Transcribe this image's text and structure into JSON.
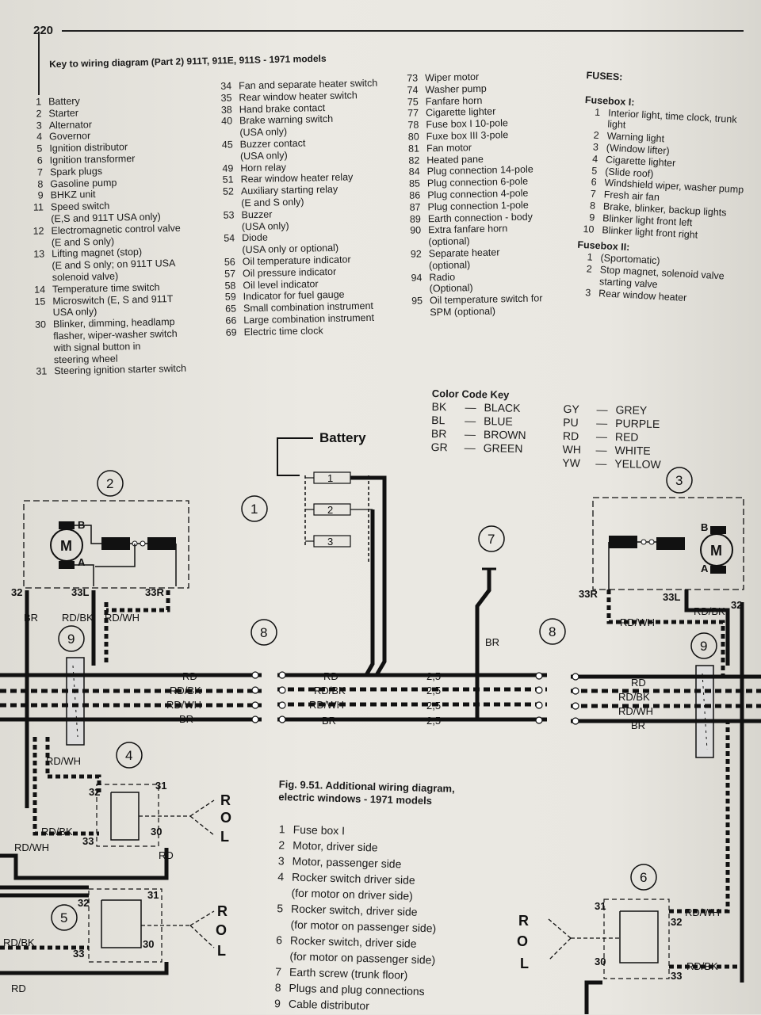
{
  "page_number": "220",
  "key_title": "Key to wiring diagram (Part 2) 911T, 911E, 911S - 1971 models",
  "key_col1": [
    {
      "n": "1",
      "t": [
        "Battery"
      ]
    },
    {
      "n": "2",
      "t": [
        "Starter"
      ]
    },
    {
      "n": "3",
      "t": [
        "Alternator"
      ]
    },
    {
      "n": "4",
      "t": [
        "Governor"
      ]
    },
    {
      "n": "5",
      "t": [
        "Ignition distributor"
      ]
    },
    {
      "n": "6",
      "t": [
        "Ignition transformer"
      ]
    },
    {
      "n": "7",
      "t": [
        "Spark plugs"
      ]
    },
    {
      "n": "8",
      "t": [
        "Gasoline pump"
      ]
    },
    {
      "n": "9",
      "t": [
        "BHKZ unit"
      ]
    },
    {
      "n": "11",
      "t": [
        "Speed switch",
        "(E,S and 911T USA only)"
      ]
    },
    {
      "n": "12",
      "t": [
        "Electromagnetic control valve",
        "(E and S only)"
      ]
    },
    {
      "n": "13",
      "t": [
        "Lifting magnet (stop)",
        "(E and S only; on 911T USA",
        "solenoid valve)"
      ]
    },
    {
      "n": "14",
      "t": [
        "Temperature time switch"
      ]
    },
    {
      "n": "15",
      "t": [
        "Microswitch (E, S and 911T",
        "USA only)"
      ]
    },
    {
      "n": "30",
      "t": [
        "Blinker, dimming, headlamp",
        "flasher, wiper-washer switch",
        "with signal button in",
        "steering wheel"
      ]
    },
    {
      "n": "31",
      "t": [
        "Steering ignition starter switch"
      ]
    }
  ],
  "key_col2": [
    {
      "n": "34",
      "t": [
        "Fan and separate heater switch"
      ]
    },
    {
      "n": "35",
      "t": [
        "Rear window heater switch"
      ]
    },
    {
      "n": "38",
      "t": [
        "Hand brake contact"
      ]
    },
    {
      "n": "40",
      "t": [
        "Brake warning switch",
        "(USA only)"
      ]
    },
    {
      "n": "45",
      "t": [
        "Buzzer contact",
        "(USA only)"
      ]
    },
    {
      "n": "49",
      "t": [
        "Horn relay"
      ]
    },
    {
      "n": "51",
      "t": [
        "Rear window heater relay"
      ]
    },
    {
      "n": "52",
      "t": [
        "Auxiliary starting relay",
        "(E and S only)"
      ]
    },
    {
      "n": "53",
      "t": [
        "Buzzer",
        "(USA only)"
      ]
    },
    {
      "n": "54",
      "t": [
        "Diode",
        "(USA only or optional)"
      ]
    },
    {
      "n": "56",
      "t": [
        "Oil temperature indicator"
      ]
    },
    {
      "n": "57",
      "t": [
        "Oil pressure indicator"
      ]
    },
    {
      "n": "58",
      "t": [
        "Oil level indicator"
      ]
    },
    {
      "n": "59",
      "t": [
        "Indicator for fuel gauge"
      ]
    },
    {
      "n": "65",
      "t": [
        "Small combination instrument"
      ]
    },
    {
      "n": "66",
      "t": [
        "Large combination instrument"
      ]
    },
    {
      "n": "69",
      "t": [
        "Electric time clock"
      ]
    }
  ],
  "key_col3": [
    {
      "n": "73",
      "t": [
        "Wiper motor"
      ]
    },
    {
      "n": "74",
      "t": [
        "Washer pump"
      ]
    },
    {
      "n": "75",
      "t": [
        "Fanfare horn"
      ]
    },
    {
      "n": "77",
      "t": [
        "Cigarette lighter"
      ]
    },
    {
      "n": "78",
      "t": [
        "Fuse box I 10-pole"
      ]
    },
    {
      "n": "80",
      "t": [
        "Fuxe box III 3-pole"
      ]
    },
    {
      "n": "81",
      "t": [
        "Fan motor"
      ]
    },
    {
      "n": "82",
      "t": [
        "Heated pane"
      ]
    },
    {
      "n": "84",
      "t": [
        "Plug connection 14-pole"
      ]
    },
    {
      "n": "85",
      "t": [
        "Plug connection 6-pole"
      ]
    },
    {
      "n": "86",
      "t": [
        "Plug connection 4-pole"
      ]
    },
    {
      "n": "87",
      "t": [
        "Plug connection 1-pole"
      ]
    },
    {
      "n": "89",
      "t": [
        "Earth connection - body"
      ]
    },
    {
      "n": "90",
      "t": [
        "Extra fanfare horn",
        "(optional)"
      ]
    },
    {
      "n": "92",
      "t": [
        "Separate heater",
        "(optional)"
      ]
    },
    {
      "n": "94",
      "t": [
        "Radio",
        "(Optional)"
      ]
    },
    {
      "n": "95",
      "t": [
        "Oil temperature switch for",
        "SPM (optional)"
      ]
    }
  ],
  "fuses_title": "FUSES:",
  "fusebox1_title": "Fusebox I:",
  "fusebox1": [
    {
      "n": "1",
      "t": [
        "Interior light, time clock, trunk",
        "light"
      ]
    },
    {
      "n": "2",
      "t": [
        "Warning light"
      ]
    },
    {
      "n": "3",
      "t": [
        "(Window lifter)"
      ]
    },
    {
      "n": "4",
      "t": [
        "Cigarette lighter"
      ]
    },
    {
      "n": "5",
      "t": [
        "(Slide roof)"
      ]
    },
    {
      "n": "6",
      "t": [
        "Windshield wiper, washer pump"
      ]
    },
    {
      "n": "7",
      "t": [
        "Fresh air fan"
      ]
    },
    {
      "n": "8",
      "t": [
        "Brake, blinker, backup lights"
      ]
    },
    {
      "n": "9",
      "t": [
        "Blinker light front left"
      ]
    },
    {
      "n": "10",
      "t": [
        "Blinker light front right"
      ]
    }
  ],
  "fusebox2_title": "Fusebox II:",
  "fusebox2": [
    {
      "n": "1",
      "t": [
        "(Sportomatic)"
      ]
    },
    {
      "n": "2",
      "t": [
        "Stop magnet, solenoid valve",
        "starting valve"
      ]
    },
    {
      "n": "3",
      "t": [
        "Rear window heater"
      ]
    }
  ],
  "color_key_title": "Color Code Key",
  "color_key": [
    {
      "a": "BK",
      "b": "BLACK",
      "c": "GY",
      "d": "GREY"
    },
    {
      "a": "BL",
      "b": "BLUE",
      "c": "PU",
      "d": "PURPLE"
    },
    {
      "a": "BR",
      "b": "BROWN",
      "c": "RD",
      "d": "RED"
    },
    {
      "a": "GR",
      "b": "GREEN",
      "c": "WH",
      "d": "WHITE"
    },
    {
      "a": "",
      "b": "",
      "c": "YW",
      "d": "YELLOW"
    }
  ],
  "dash": "—",
  "diagram": {
    "battery_label": "Battery",
    "fuse_numbers": [
      "1",
      "2",
      "3"
    ],
    "component_numbers": [
      "1",
      "2",
      "3",
      "4",
      "5",
      "6",
      "7",
      "8",
      "8",
      "9",
      "9"
    ],
    "motor_letter": "M",
    "terminal_b": "B",
    "terminal_a": "A",
    "t32": "32",
    "t33l": "33L",
    "t33r": "33R",
    "t31": "31",
    "t30": "30",
    "t33": "33",
    "wire_br": "BR",
    "wire_rd": "RD",
    "wire_rdbk": "RD/BK",
    "wire_rdwh": "RD/WH",
    "gauge": "2,5",
    "switch_r": "R",
    "switch_o": "O",
    "switch_l": "L"
  },
  "fig_caption": [
    "Fig. 9.51. Additional wiring diagram,",
    "electric windows - 1971 models"
  ],
  "fig_legend": [
    {
      "n": "1",
      "t": [
        "Fuse box I"
      ]
    },
    {
      "n": "2",
      "t": [
        "Motor, driver side"
      ]
    },
    {
      "n": "3",
      "t": [
        "Motor, passenger side"
      ]
    },
    {
      "n": "4",
      "t": [
        "Rocker switch  driver side",
        "(for motor on driver side)"
      ]
    },
    {
      "n": "5",
      "t": [
        "Rocker switch, driver side",
        "(for motor on passenger side)"
      ]
    },
    {
      "n": "6",
      "t": [
        "Rocker switch, driver side",
        "(for motor on passenger side)"
      ]
    },
    {
      "n": "7",
      "t": [
        "Earth screw (trunk floor)"
      ]
    },
    {
      "n": "8",
      "t": [
        "Plugs and plug connections"
      ]
    },
    {
      "n": "9",
      "t": [
        "Cable distributor"
      ]
    }
  ]
}
